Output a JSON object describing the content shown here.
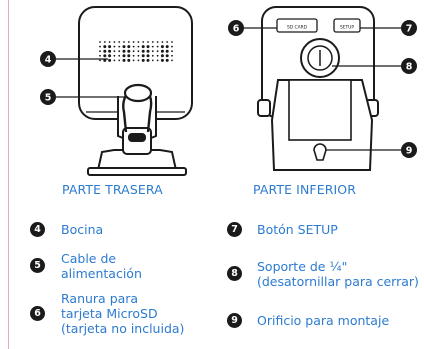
{
  "captions": {
    "rear": "PARTE TRASERA",
    "bottom": "PARTE INFERIOR"
  },
  "device_labels": {
    "sd_card": "SD CARD",
    "setup": "SETUP"
  },
  "callouts": [
    {
      "number": "4"
    },
    {
      "number": "5"
    },
    {
      "number": "6"
    },
    {
      "number": "7"
    },
    {
      "number": "8"
    },
    {
      "number": "9"
    }
  ],
  "legend": [
    {
      "number": "4",
      "text": "Bocina"
    },
    {
      "number": "5",
      "text": "Cable de\nalimentación"
    },
    {
      "number": "6",
      "text": "Ranura para\ntarjeta MicroSD\n(tarjeta no incluida)"
    },
    {
      "number": "7",
      "text": "Botón SETUP"
    },
    {
      "number": "8",
      "text": "Soporte de ¼\"\n(desatornillar para cerrar)"
    },
    {
      "number": "9",
      "text": "Orificio para montaje"
    }
  ],
  "colors": {
    "accent_text": "#2c7bd0",
    "badge_bg": "#1b1b1b",
    "left_rule": "#e8a9bd",
    "line_art": "#1b1b1b"
  }
}
